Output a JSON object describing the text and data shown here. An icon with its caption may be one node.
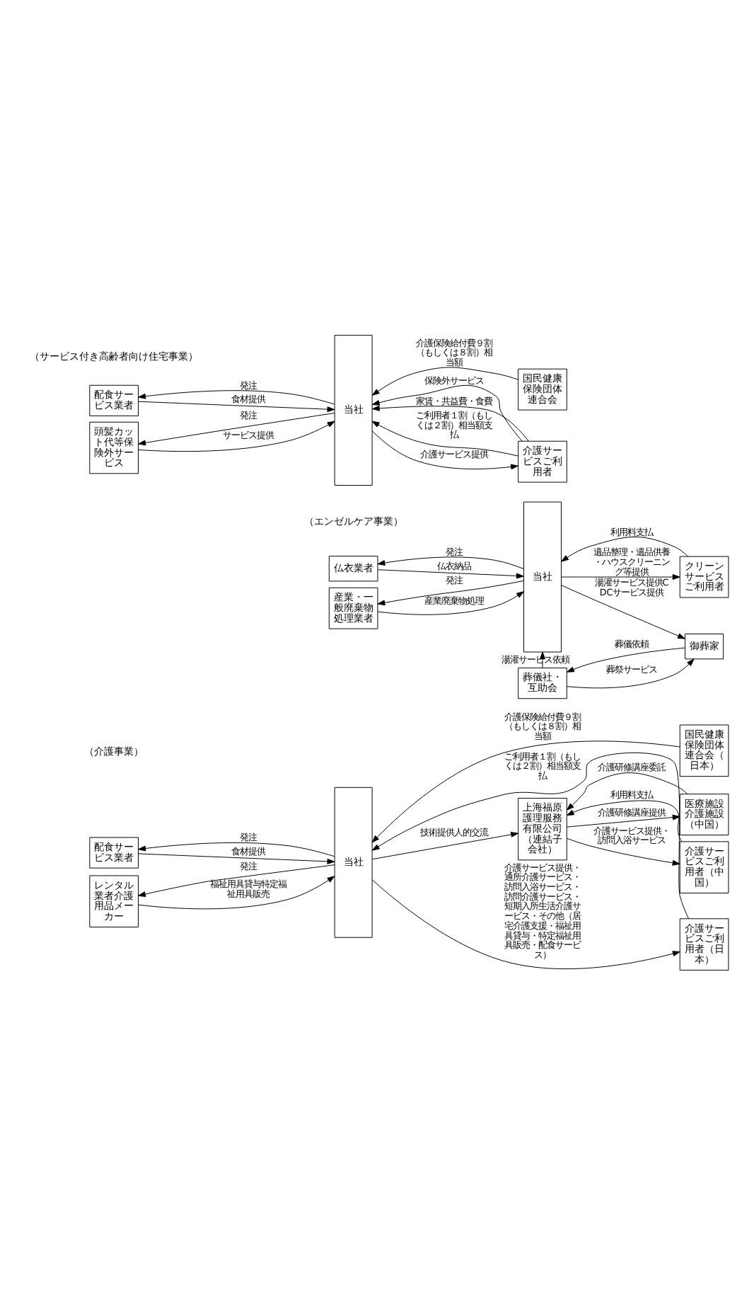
{
  "diagram": {
    "nodes": [
      {
        "text": [
          "配食サービス業者"
        ]
      },
      {
        "text": [
          "レンタル業者介護用品メーカー"
        ]
      },
      {
        "text": [
          "当社"
        ]
      },
      {
        "text": [
          "介護サービスご利用者（日本）"
        ]
      },
      {
        "text": [
          "国民健康保険団体連合会（日本）"
        ]
      },
      {
        "text": [
          "上海福原護理服務有限公司（連結子会社）"
        ]
      },
      {
        "text": [
          "介護サービスご利用者（中国）"
        ]
      },
      {
        "text": [
          "医療施設介護施設（中国）"
        ]
      },
      {
        "text": [
          "仏衣業者"
        ]
      },
      {
        "text": [
          "産業・一般廃棄物処理業者"
        ]
      },
      {
        "text": [
          "当社"
        ]
      },
      {
        "text": [
          "葬儀社・互助会"
        ]
      },
      {
        "text": [
          "御葬家"
        ]
      },
      {
        "text": [
          "クリーンサービスご利用者"
        ]
      },
      {
        "text": [
          "配食サービス業者"
        ]
      },
      {
        "text": [
          "頭髪カット代等保険外サービス"
        ]
      },
      {
        "text": [
          "当社"
        ]
      },
      {
        "text": [
          "介護サービスご利用者"
        ]
      },
      {
        "text": [
          "国民健康保険団体連合会"
        ]
      }
    ],
    "edges": [
      {
        "from": 0,
        "to": 2,
        "arrow": "to",
        "label": "食材提供"
      },
      {
        "from": 2,
        "to": 0,
        "arrow": "to",
        "label": "発注"
      },
      {
        "from": 1,
        "to": 2,
        "arrow": "to",
        "label": "福祉用具貸与特定福祉用具販売"
      },
      {
        "from": 2,
        "to": 1,
        "arrow": "to",
        "label": "発注"
      },
      {
        "from": 2,
        "to": 3,
        "arrow": "to",
        "label": "介護サービス提供・通所介護サービス・訪問入浴サービス・訪問介護サービス・短期入所生活介護サービス・その他（居宅介護支援・福祉用具貸与・特定福祉用具販売・配食サービス）"
      },
      {
        "from": 3,
        "to": 2,
        "arrow": "to",
        "label": "ご利用者１割（もしくは２割）相当額支払"
      },
      {
        "from": 4,
        "to": 2,
        "arrow": "to",
        "label": "介護保険給付費９割（もしくは８割）相当額"
      },
      {
        "from": 2,
        "to": 5,
        "arrow": "to",
        "label": "技術提供人的交流"
      },
      {
        "from": 5,
        "to": 6,
        "arrow": "to",
        "label": "介護サービス提供・訪問入浴サービス"
      },
      {
        "from": 6,
        "to": 5,
        "arrow": "to",
        "label": "利用料支払"
      },
      {
        "from": 5,
        "to": 7,
        "arrow": "to",
        "label": "介護研修講座提供"
      },
      {
        "from": 7,
        "to": 5,
        "arrow": "to",
        "label": "介護研修講座委託"
      },
      {
        "from": 8,
        "to": 10,
        "arrow": "to",
        "label": "仏衣納品"
      },
      {
        "from": 10,
        "to": 8,
        "arrow": "to",
        "label": "発注"
      },
      {
        "from": 9,
        "to": 10,
        "arrow": "to",
        "label": "産業廃棄物処理"
      },
      {
        "from": 10,
        "to": 9,
        "arrow": "to",
        "label": "発注"
      },
      {
        "from": 11,
        "to": 10,
        "arrow": "to",
        "label": "湯灌サービス依頼"
      },
      {
        "from": 12,
        "to": 11,
        "arrow": "to",
        "label": "葬儀依頼"
      },
      {
        "from": 11,
        "to": 12,
        "arrow": "to",
        "label": "葬祭サービス"
      },
      {
        "from": 10,
        "to": 12,
        "arrow": "to",
        "label": "湯灌サービス提供CDCサービス提供"
      },
      {
        "from": 10,
        "to": 13,
        "arrow": "to",
        "label": "遺品整理・遺品供養・ハウスクリーニング等提供"
      },
      {
        "from": 13,
        "to": 10,
        "arrow": "to",
        "label": "利用料支払"
      },
      {
        "from": 14,
        "to": 16,
        "arrow": "to",
        "label": "食材提供"
      },
      {
        "from": 16,
        "to": 14,
        "arrow": "to",
        "label": "発注"
      },
      {
        "from": 15,
        "to": 16,
        "arrow": "to",
        "label": "サービス提供"
      },
      {
        "from": 16,
        "to": 15,
        "arrow": "to",
        "label": "発注"
      },
      {
        "from": 16,
        "to": 17,
        "arrow": "to",
        "label": "介護サービス提供"
      },
      {
        "from": 17,
        "to": 16,
        "arrow": "to",
        "label": "ご利用者１割（もしくは２割）相当額支払"
      },
      {
        "from": 17,
        "to": 16,
        "arrow": "to",
        "label": "家賃・共益費・食費"
      },
      {
        "from": 17,
        "to": 16,
        "arrow": "to",
        "label": "保険外サービス"
      },
      {
        "from": 18,
        "to": 16,
        "arrow": "to",
        "label": "介護保険給付費９割（もしくは８割）相当額"
      }
    ],
    "labels": [
      "（介護事業）",
      "（エンゼルケア事業）",
      "（サービス付き高齢者向け住宅事業）"
    ]
  }
}
